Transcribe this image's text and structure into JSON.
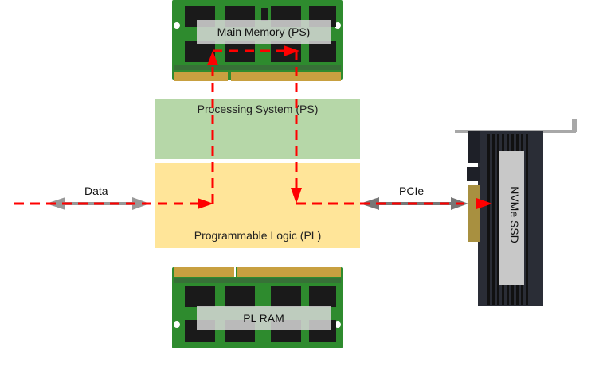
{
  "diagram": {
    "blocks": {
      "ps": {
        "label": "Processing System (PS)",
        "color": "#b6d7a8"
      },
      "pl": {
        "label": "Programmable Logic (PL)",
        "color": "#ffe599"
      }
    },
    "memory": {
      "main": {
        "label": "Main Memory (PS)"
      },
      "pl_ram": {
        "label": "PL RAM"
      }
    },
    "ssd": {
      "label": "NVMe SSD"
    },
    "links": {
      "data": {
        "label": "Data"
      },
      "pcie": {
        "label": "PCIe"
      }
    },
    "colors": {
      "data_path": "#ff0000",
      "link_arrow": "#999999",
      "pcb": "#2e8b2e",
      "chip": "#1a1a1a",
      "gold": "#c8a040",
      "ssd_body": "#2a2d36",
      "ssd_label_bg": "#c8c8c8"
    }
  }
}
